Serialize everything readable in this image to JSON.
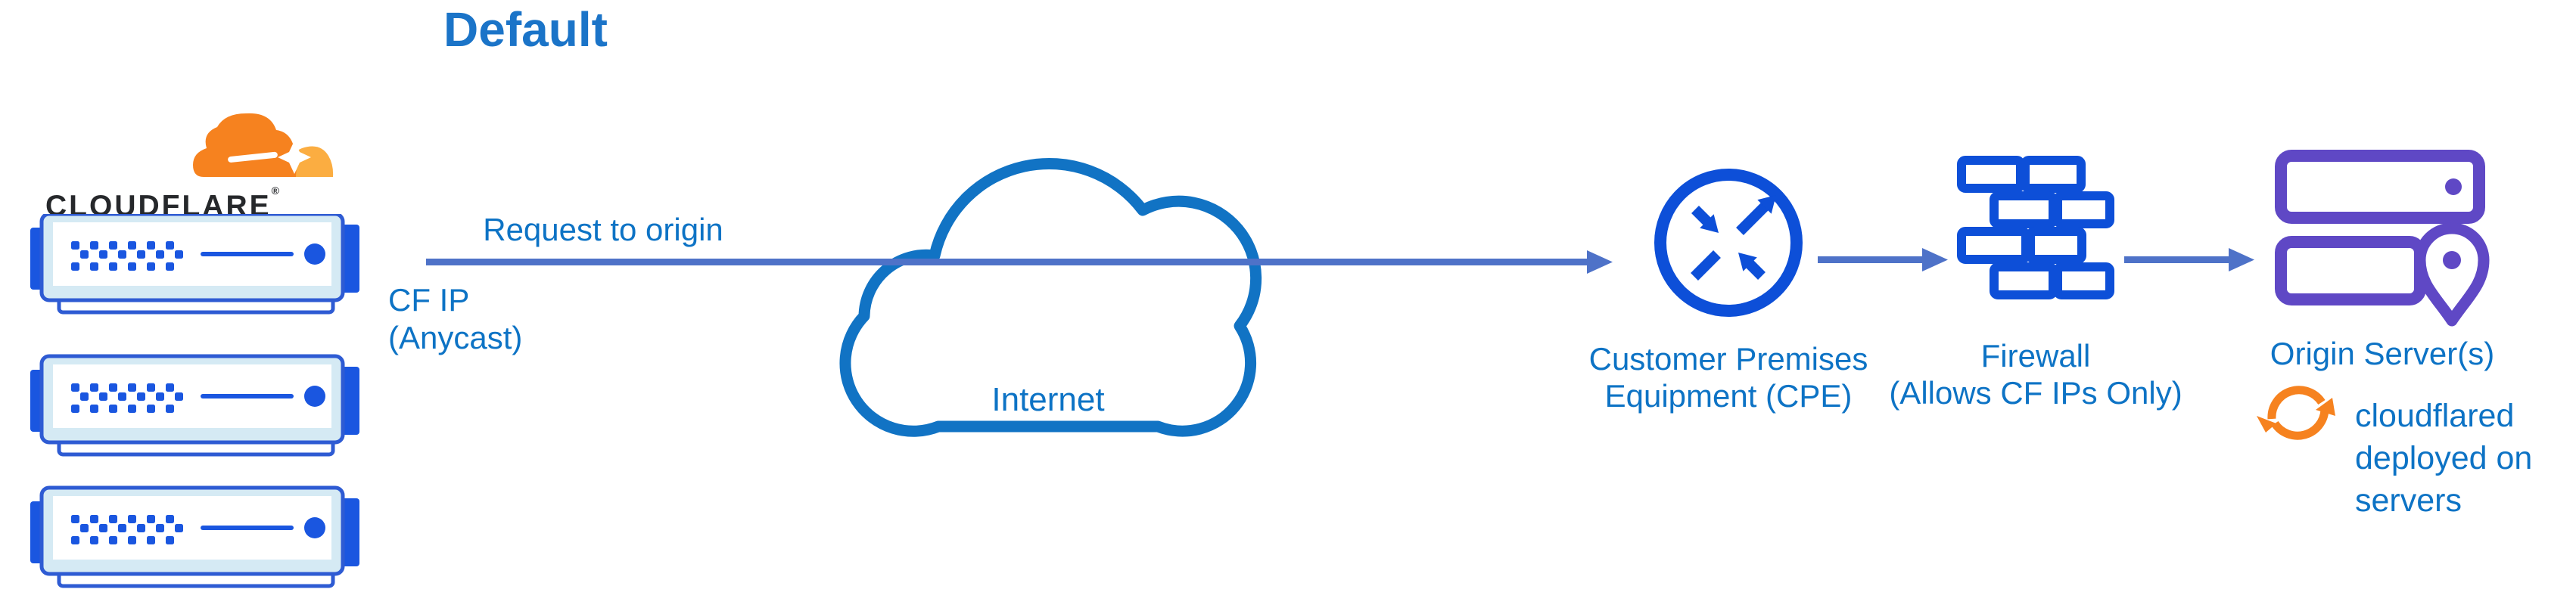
{
  "title": "Default",
  "logo": {
    "wordmark": "CLOUDFLARE",
    "registered_mark": "®"
  },
  "flow": {
    "request_arrow_label": "Request to origin",
    "cf_ip_lines": [
      "CF IP",
      "(Anycast)"
    ],
    "internet_label": "Internet"
  },
  "nodes": {
    "cpe": {
      "icon": "router-icon",
      "label_lines": [
        "Customer Premises",
        "Equipment (CPE)"
      ]
    },
    "firewall": {
      "icon": "brick-wall-icon",
      "label_lines": [
        "Firewall",
        "(Allows CF IPs Only)"
      ]
    },
    "origin": {
      "icon": "server-stack-location-icon",
      "label": "Origin Server(s)",
      "note_lines": [
        "cloudflared",
        "deployed on",
        "servers"
      ]
    }
  },
  "colors": {
    "title_blue": "#1b74c8",
    "label_blue": "#0d73c5",
    "arrow_blue": "#4e72c8",
    "icon_blue": "#0d4fd8",
    "cloud_stroke_blue": "#1173c4",
    "server_border_blue": "#2e5bd3",
    "server_fill_light": "#d5eaf4",
    "server_accent_blue": "#1a56e0",
    "origin_purple": "#5f48c5",
    "cloudflare_orange": "#f6821f",
    "cloudflare_light_orange": "#fbad41",
    "wordmark_black": "#26282b"
  }
}
